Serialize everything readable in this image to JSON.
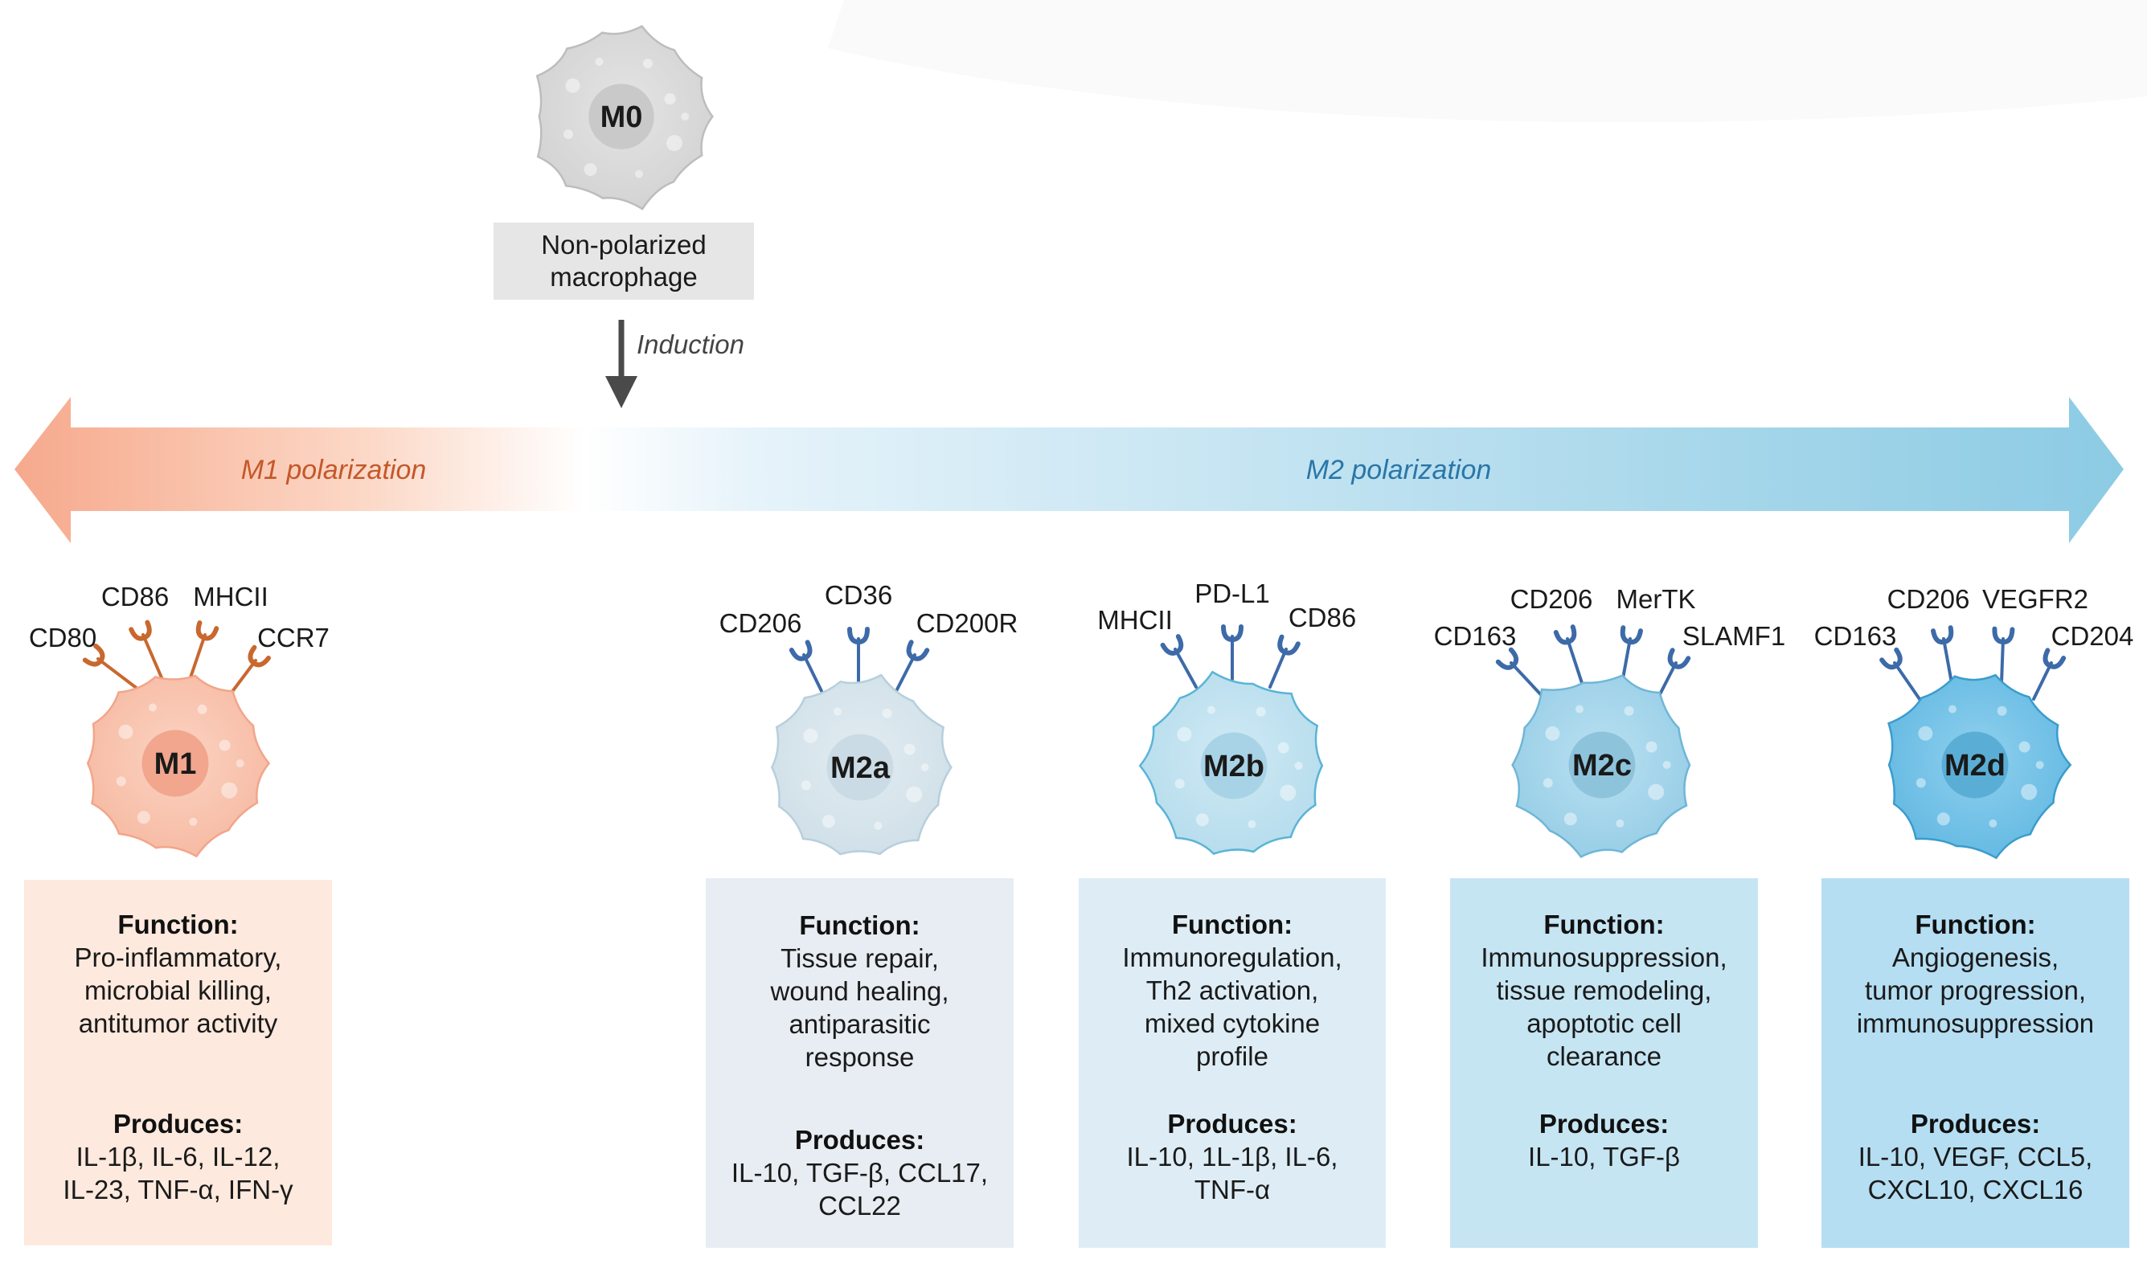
{
  "m0": {
    "label": "M0",
    "caption_line1": "Non-polarized",
    "caption_line2": "macrophage",
    "induction": "Induction"
  },
  "axis": {
    "left_label": "M1 polarization",
    "right_label": "M2 polarization"
  },
  "colors": {
    "m1_receptor": "#c8682f",
    "m2_receptor": "#3d6aa8",
    "m1_text": "#c4582a",
    "m2_text": "#2a76a8",
    "arrow_left": "#f6a98c",
    "arrow_right": "#8ccbe4"
  },
  "cells": [
    {
      "name": "M1",
      "markers": [
        "CD80",
        "CD86",
        "MHCII",
        "CCR7"
      ],
      "function_title": "Function:",
      "function_lines": [
        "Pro-inflammatory,",
        "microbial killing,",
        "antitumor activity"
      ],
      "produces_title": "Produces:",
      "produces_lines": [
        "IL-1β, IL-6, IL-12,",
        "IL-23, TNF-α, IFN-γ"
      ]
    },
    {
      "name": "M2a",
      "markers": [
        "CD206",
        "CD36",
        "CD200R"
      ],
      "function_title": "Function:",
      "function_lines": [
        "Tissue repair,",
        "wound healing,",
        "antiparasitic",
        "response"
      ],
      "produces_title": "Produces:",
      "produces_lines": [
        "IL-10, TGF-β, CCL17,",
        "CCL22"
      ]
    },
    {
      "name": "M2b",
      "markers": [
        "MHCII",
        "PD-L1",
        "CD86"
      ],
      "function_title": "Function:",
      "function_lines": [
        "Immunoregulation,",
        "Th2 activation,",
        "mixed cytokine",
        "profile"
      ],
      "produces_title": "Produces:",
      "produces_lines": [
        "IL-10, 1L-1β, IL-6,",
        "TNF-α"
      ]
    },
    {
      "name": "M2c",
      "markers": [
        "CD163",
        "CD206",
        "MerTK",
        "SLAMF1"
      ],
      "function_title": "Function:",
      "function_lines": [
        "Immunosuppression,",
        "tissue remodeling,",
        "apoptotic cell",
        "clearance"
      ],
      "produces_title": "Produces:",
      "produces_lines": [
        "IL-10, TGF-β"
      ]
    },
    {
      "name": "M2d",
      "markers": [
        "CD163",
        "CD206",
        "VEGFR2",
        "CD204"
      ],
      "function_title": "Function:",
      "function_lines": [
        "Angiogenesis,",
        "tumor progression,",
        "immunosuppression"
      ],
      "produces_title": "Produces:",
      "produces_lines": [
        "IL-10, VEGF, CCL5,",
        "CXCL10, CXCL16"
      ]
    }
  ]
}
